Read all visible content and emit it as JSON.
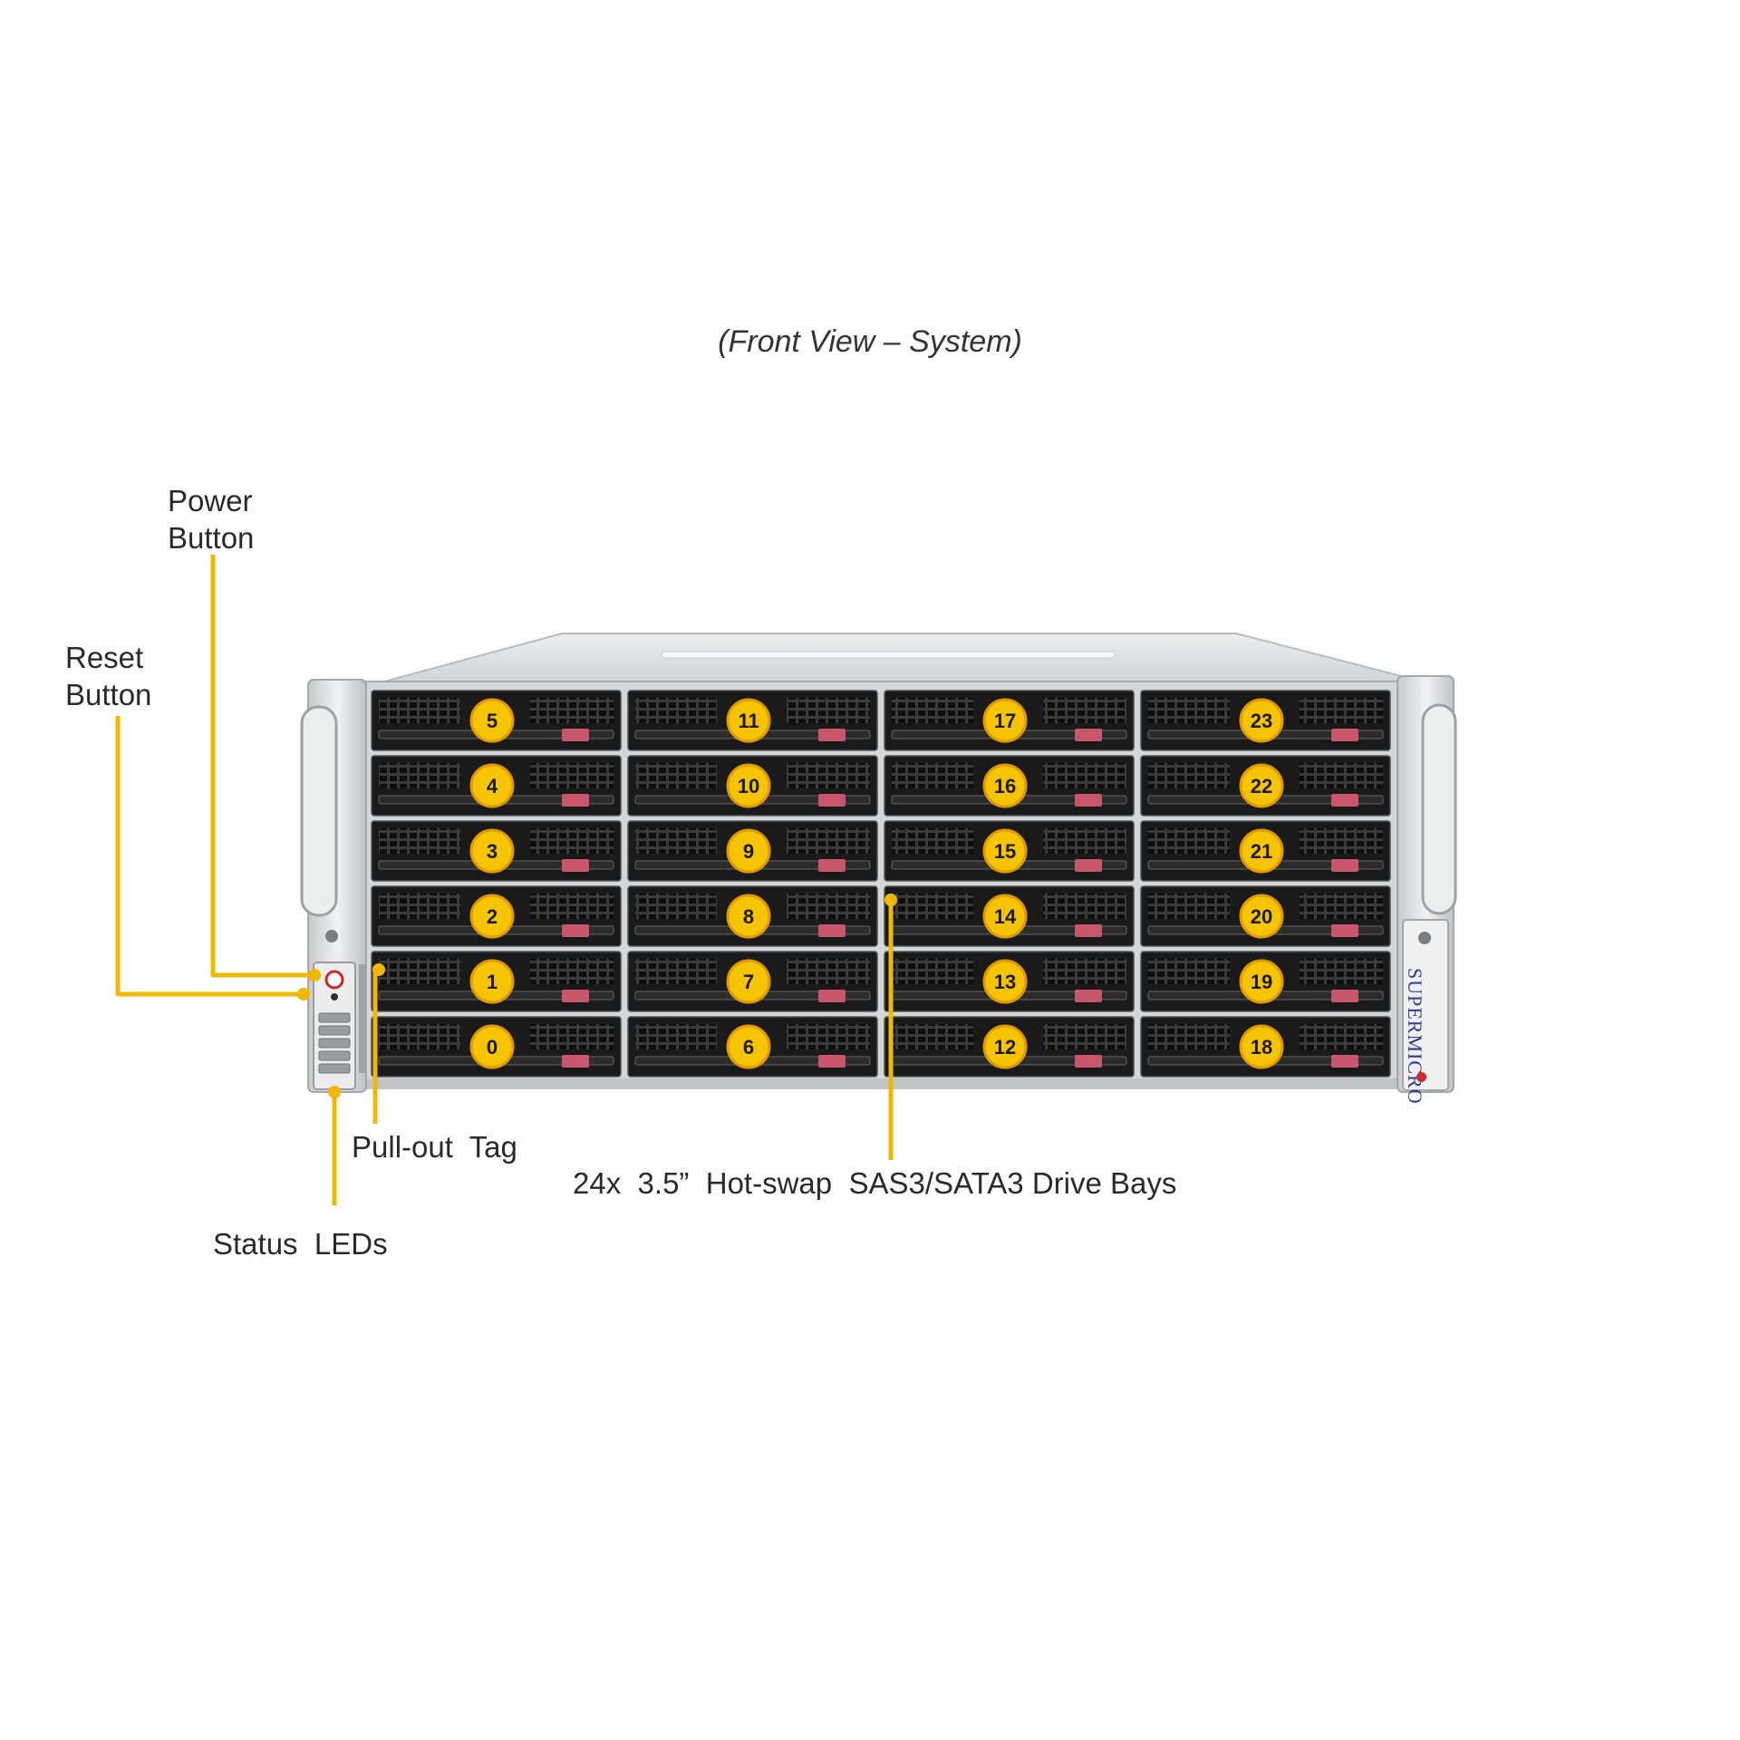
{
  "view_title": "(Front View – System)",
  "brand": "SUPERMICRO",
  "callouts": {
    "power_button": "Power\nButton",
    "reset_button": "Reset\nButton",
    "pull_out_tag": "Pull-out  Tag",
    "status_leds": "Status  LEDs",
    "drive_bays": "24x  3.5”  Hot-swap  SAS3/SATA3 Drive Bays"
  },
  "drive_columns": [
    [
      5,
      4,
      3,
      2,
      1,
      0
    ],
    [
      11,
      10,
      9,
      8,
      7,
      6
    ],
    [
      17,
      16,
      15,
      14,
      13,
      12
    ],
    [
      23,
      22,
      21,
      20,
      19,
      18
    ]
  ],
  "colors": {
    "callout_line": "#f0b800",
    "badge_fill": "#f7c400",
    "badge_ring": "#e09a00",
    "tray": "#1a1a1a",
    "tray_latch": "#c8566a",
    "chassis": "#d4d6d8",
    "chassis_top": "#e2e3e5"
  }
}
